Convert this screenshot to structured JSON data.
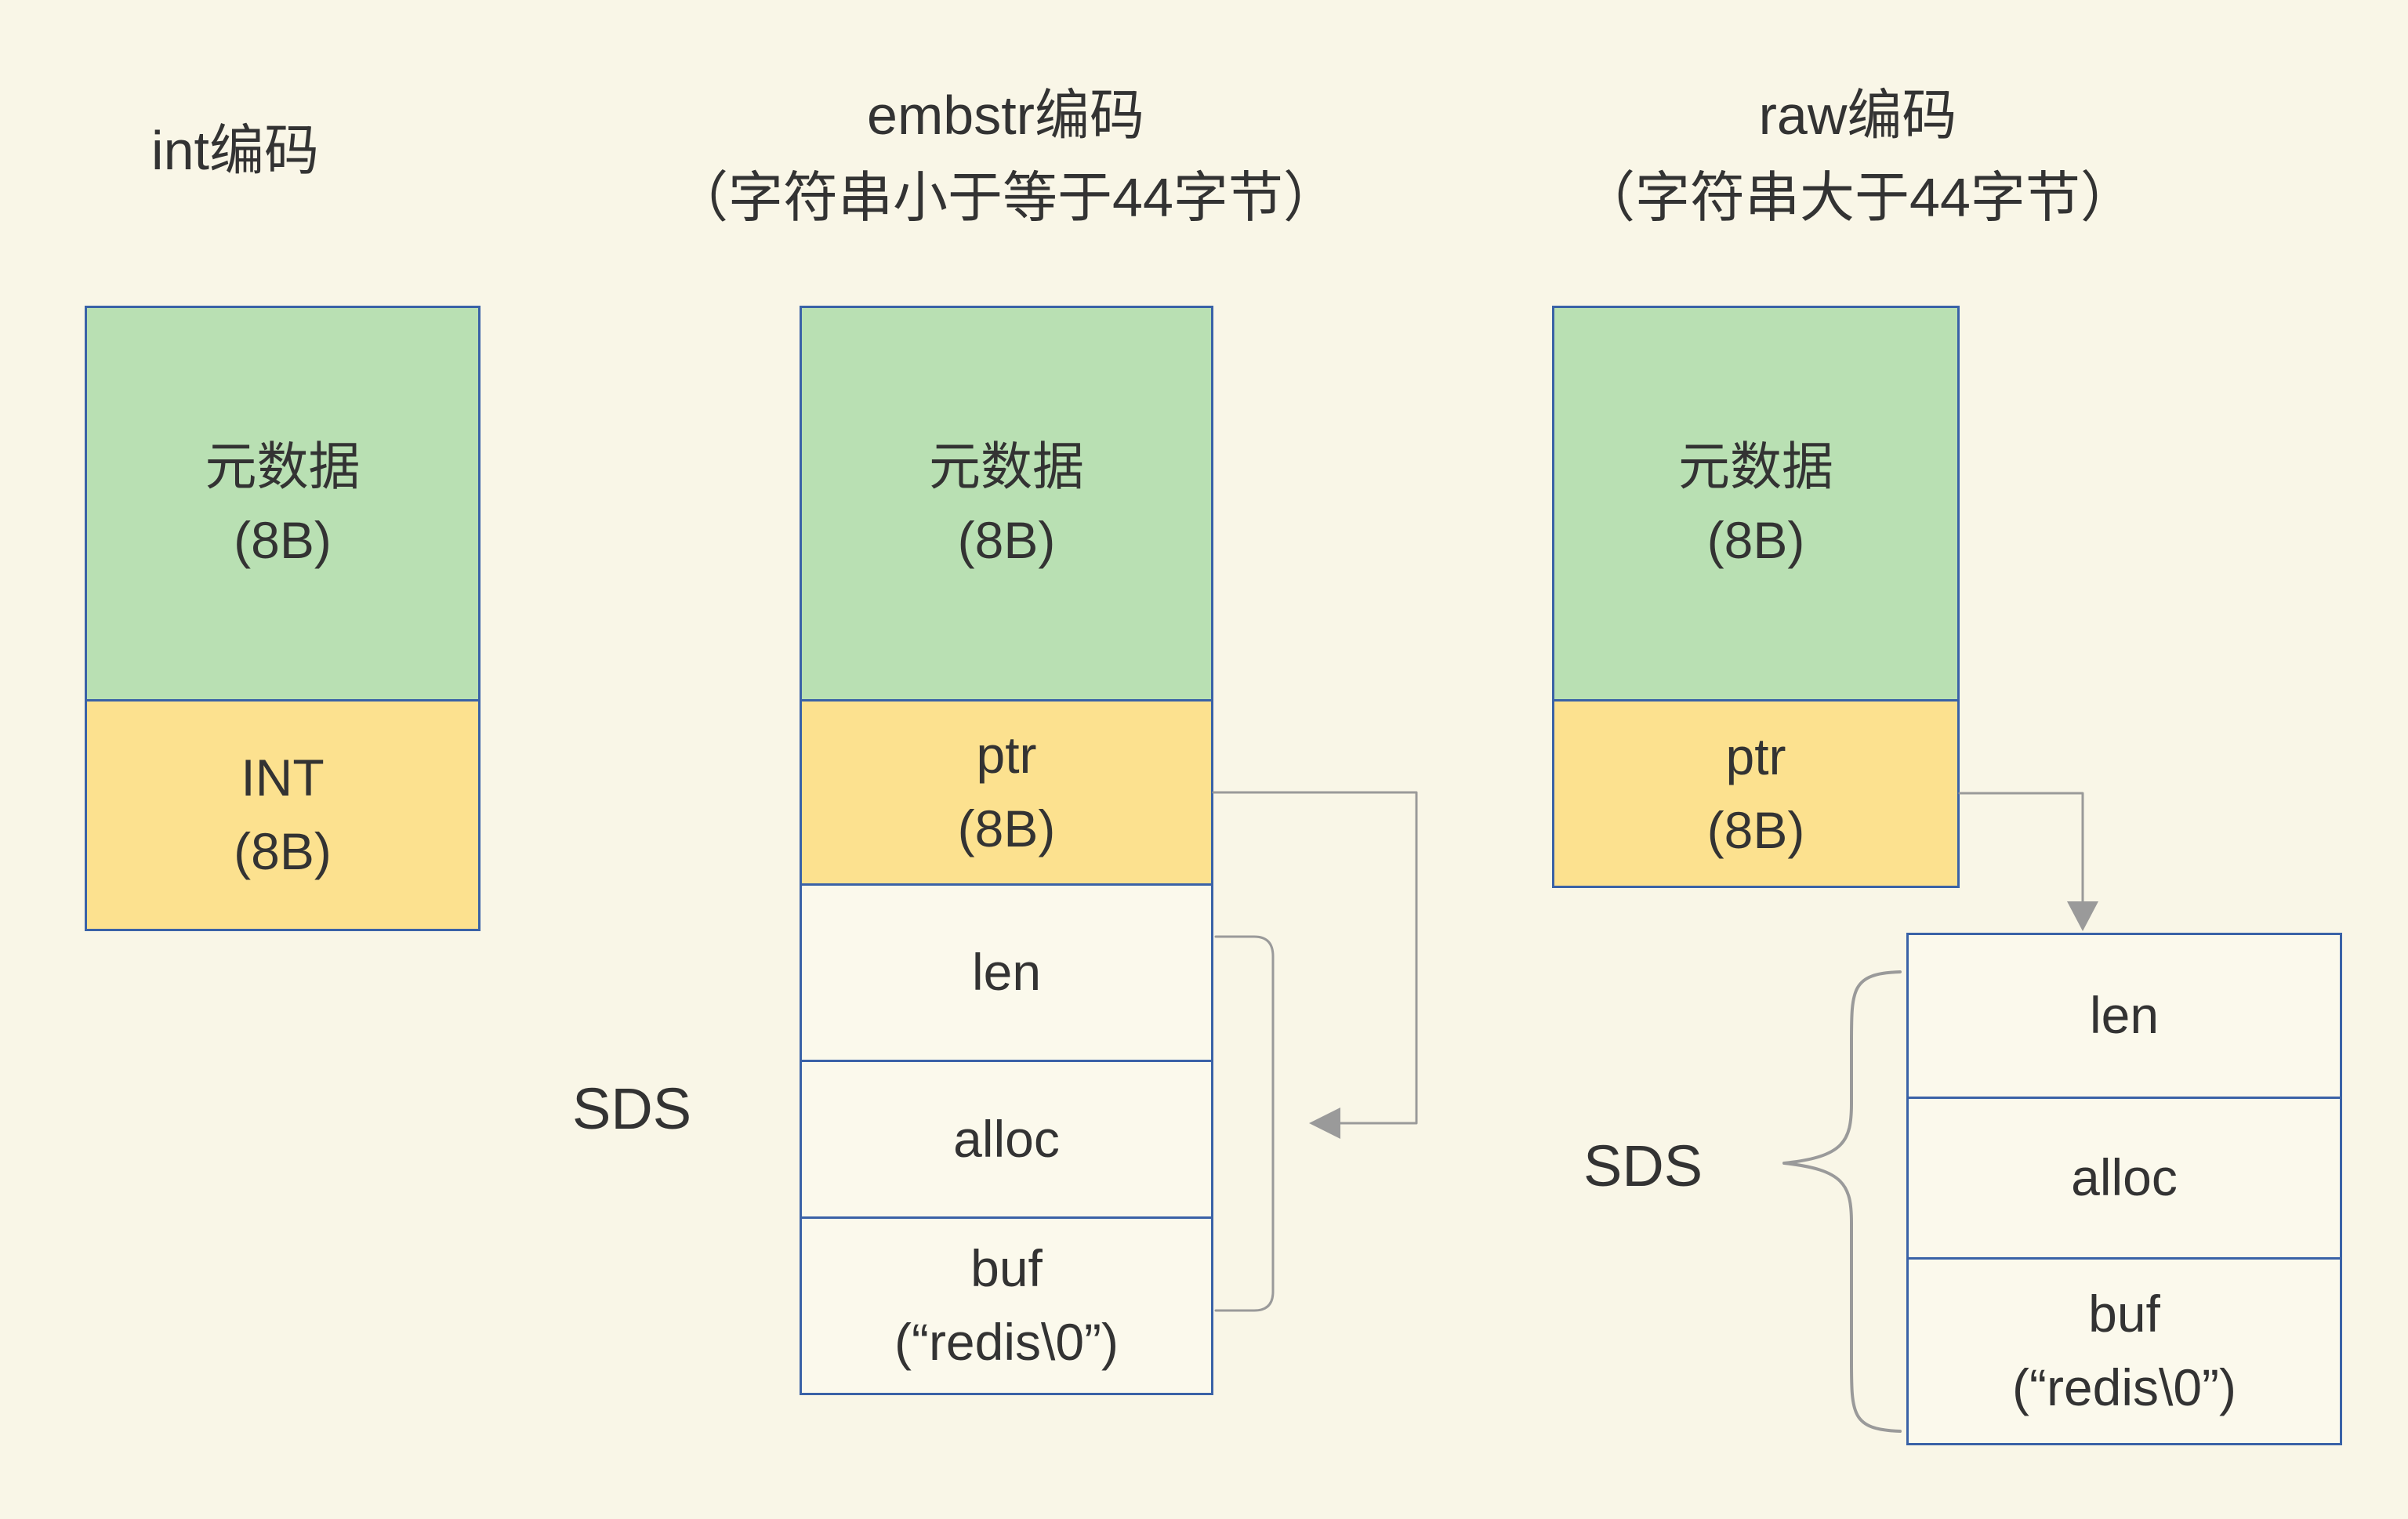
{
  "colors": {
    "background": "#f9f6e7",
    "green": "#b9e0b3",
    "yellow": "#fce18f",
    "border": "#3a62a7",
    "arrow": "#9a9a9a",
    "text": "#333333",
    "cell_background": "#fbf9ec"
  },
  "titles": {
    "int": {
      "line1": "int编码",
      "line2": ""
    },
    "embstr": {
      "line1": "embstr编码",
      "line2": "（字符串小于等于44字节）"
    },
    "raw": {
      "line1": "raw编码",
      "line2": "（字符串大于44字节）"
    }
  },
  "int_column": {
    "meta": {
      "line1": "元数据",
      "line2": "(8B)"
    },
    "int_field": {
      "line1": "INT",
      "line2": "(8B)"
    }
  },
  "embstr_column": {
    "meta": {
      "line1": "元数据",
      "line2": "(8B)"
    },
    "ptr": {
      "line1": "ptr",
      "line2": "(8B)"
    },
    "len": {
      "line1": "len"
    },
    "alloc": {
      "line1": "alloc"
    },
    "buf": {
      "line1": "buf",
      "line2": "(“redis\\0”)"
    },
    "sds_label": "SDS"
  },
  "raw_column": {
    "meta": {
      "line1": "元数据",
      "line2": "(8B)"
    },
    "ptr": {
      "line1": "ptr",
      "line2": "(8B)"
    },
    "len": {
      "line1": "len"
    },
    "alloc": {
      "line1": "alloc"
    },
    "buf": {
      "line1": "buf",
      "line2": "(“redis\\0”)"
    },
    "sds_label": "SDS"
  }
}
